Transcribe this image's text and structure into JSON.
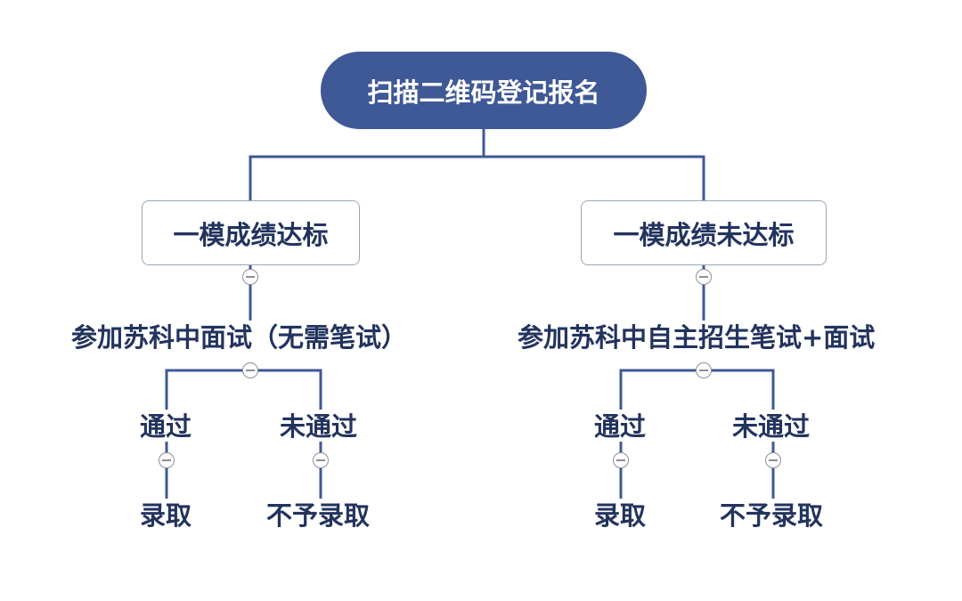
{
  "colors": {
    "root_fill": "#3f5896",
    "text": "#22335e",
    "connector": "#3f5896",
    "collapse_icon": "#8a8f99",
    "box_border": "#9aa6b8"
  },
  "root": {
    "label": "扫描二维码登记报名"
  },
  "branches": [
    {
      "condition": "一模成绩达标",
      "step": "参加苏科中面试（无需笔试）",
      "outcomes": [
        {
          "result": "通过",
          "final": "录取"
        },
        {
          "result": "未通过",
          "final": "不予录取"
        }
      ]
    },
    {
      "condition": "一模成绩未达标",
      "step": "参加苏科中自主招生笔试+面试",
      "outcomes": [
        {
          "result": "通过",
          "final": "录取"
        },
        {
          "result": "未通过",
          "final": "不予录取"
        }
      ]
    }
  ],
  "icons": {
    "collapse": "minus-circle-icon"
  }
}
